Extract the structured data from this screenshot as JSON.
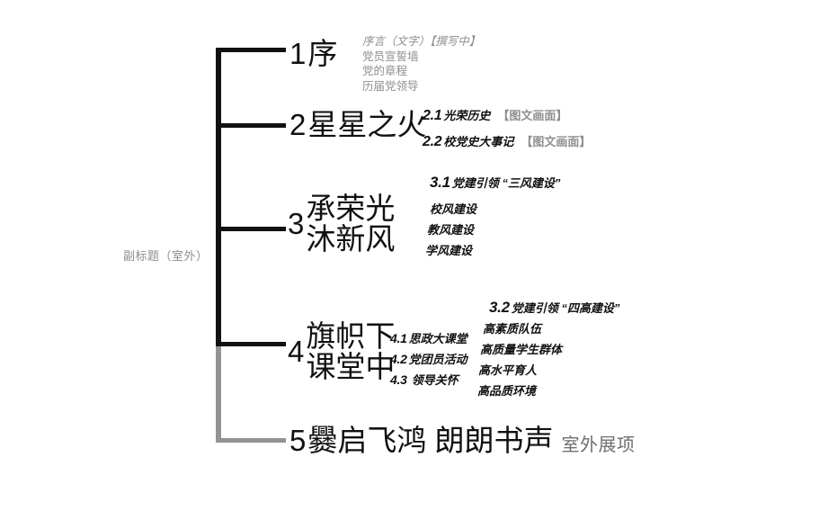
{
  "diagram": {
    "side_label": "副标题（室外）",
    "colors": {
      "ink": "#111111",
      "muted": "#8f8f8f",
      "branch_gray": "#939393"
    },
    "sections": [
      {
        "number": "1",
        "title_lines": [
          "序"
        ],
        "title_note": "",
        "details": [
          {
            "text": "序言（文字）【撰写中】",
            "style": "italic"
          },
          {
            "text": "党员宣誓墙",
            "style": "plain"
          },
          {
            "text": "党的章程",
            "style": "plain"
          },
          {
            "text": "历届党领导",
            "style": "plain"
          }
        ]
      },
      {
        "number": "2",
        "title_lines": [
          "星星之火"
        ],
        "title_note": "",
        "subitems": [
          {
            "num": "2.1",
            "text": "光荣历史",
            "tag": "【图文画面】"
          },
          {
            "num": "2.2",
            "text": "校党史大事记",
            "tag": "【图文画面】"
          }
        ]
      },
      {
        "number": "3",
        "title_lines": [
          "承荣光",
          "沐新风"
        ],
        "title_note": "",
        "group": {
          "num": "3.1",
          "text": "党建引领 “三风建设”",
          "leaves": [
            "校风建设",
            "教风建设",
            "学风建设"
          ]
        }
      },
      {
        "number": "4",
        "title_lines": [
          "旗帜下",
          "课堂中"
        ],
        "title_note": "",
        "subitems": [
          {
            "num": "4.1",
            "text": "思政大课堂"
          },
          {
            "num": "4.2",
            "text": "党团员活动"
          },
          {
            "num": "4.3",
            "text": "领导关怀"
          }
        ],
        "group": {
          "num": "3.2",
          "text": "党建引领 “四高建设”",
          "leaves": [
            "高素质队伍",
            "高质量学生群体",
            "高水平育人",
            "高品质环境"
          ]
        }
      },
      {
        "number": "5",
        "title_lines": [
          "爨启飞鸿 朗朗书声"
        ],
        "title_note": "室外展项"
      }
    ]
  }
}
